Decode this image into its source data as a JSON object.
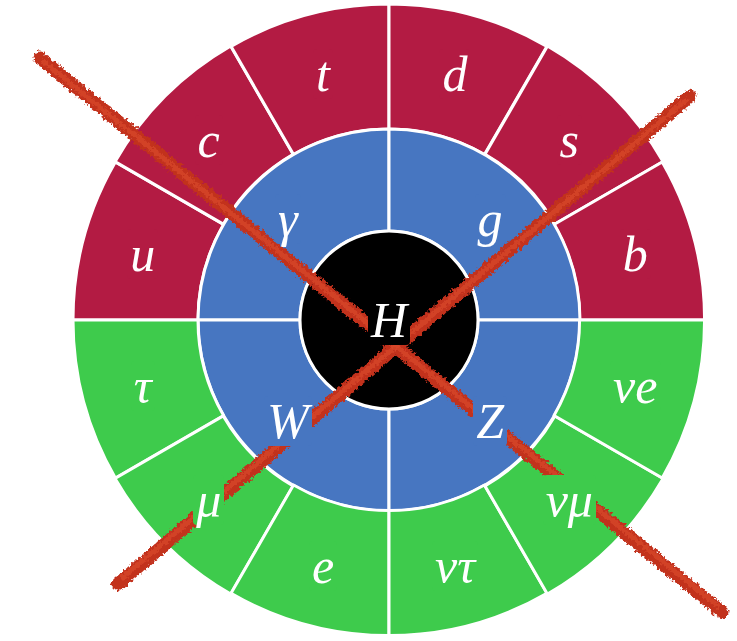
{
  "diagram": {
    "nodes": [
      {
        "text": [
          "u"
        ]
      },
      {
        "text": [
          "c"
        ]
      },
      {
        "text": [
          "t"
        ]
      },
      {
        "text": [
          "d"
        ]
      },
      {
        "text": [
          "s"
        ]
      },
      {
        "text": [
          "b"
        ]
      },
      {
        "text": [
          "γ"
        ]
      },
      {
        "text": [
          "g"
        ]
      },
      {
        "text": [
          "W"
        ]
      },
      {
        "text": [
          "Z"
        ]
      },
      {
        "text": [
          "H"
        ]
      },
      {
        "text": [
          "τ"
        ]
      },
      {
        "text": [
          "μ"
        ]
      },
      {
        "text": [
          "e"
        ]
      },
      {
        "text": [
          "ντ"
        ]
      },
      {
        "text": [
          "νμ"
        ]
      },
      {
        "text": [
          "νe"
        ]
      }
    ]
  }
}
